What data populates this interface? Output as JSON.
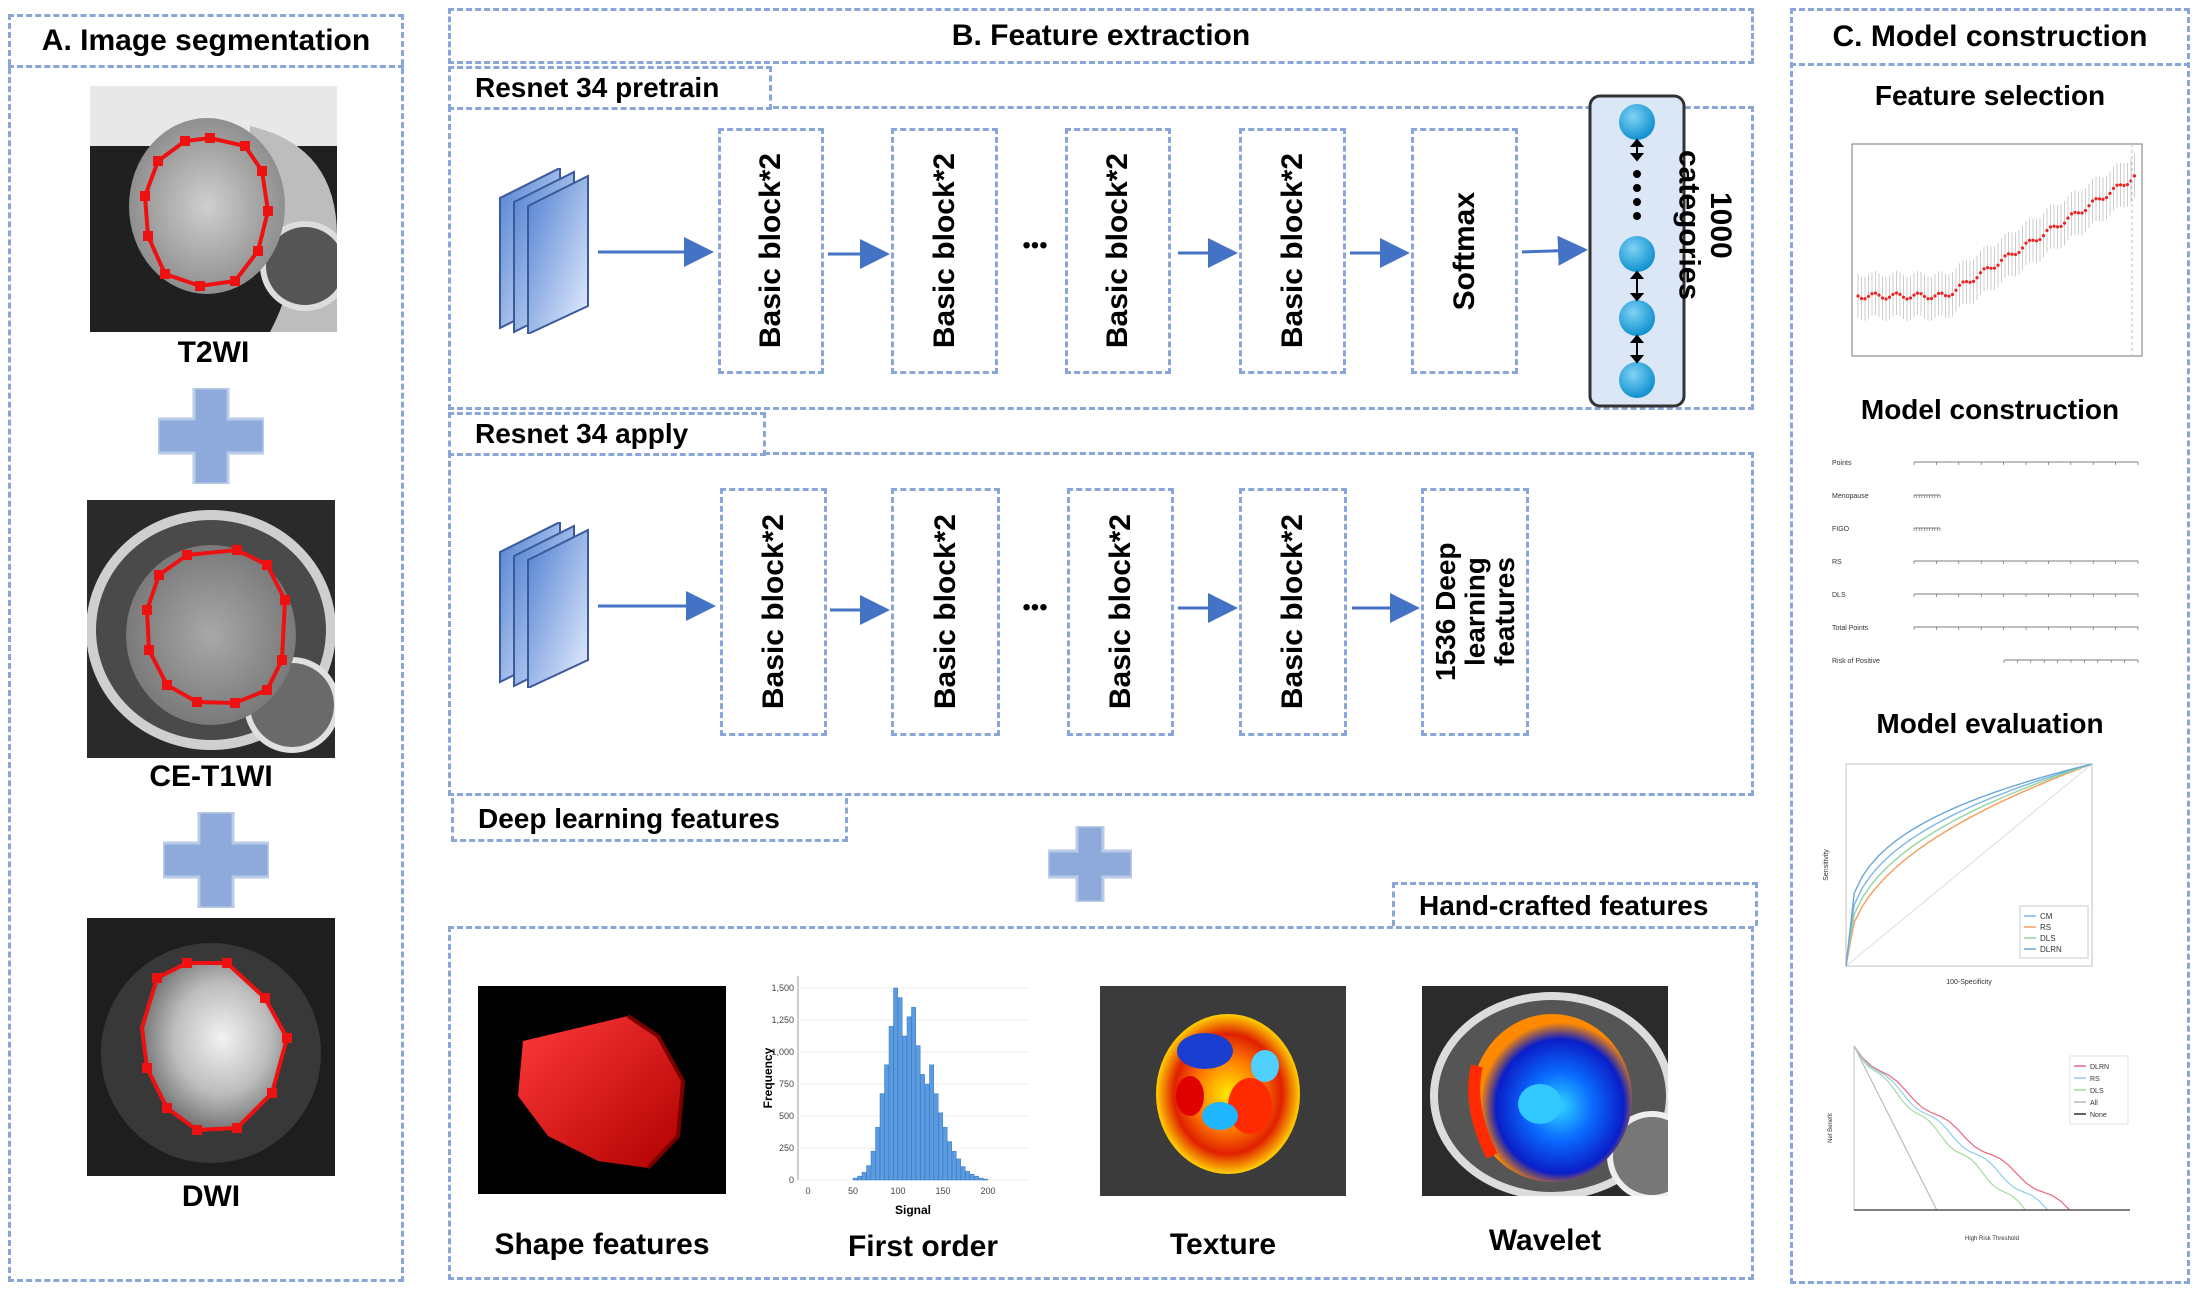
{
  "panel_a": {
    "title": "A. Image segmentation",
    "images": [
      {
        "label": "T2WI"
      },
      {
        "label": "CE-T1WI"
      },
      {
        "label": "DWI"
      }
    ]
  },
  "panel_b": {
    "title": "B. Feature extraction",
    "pretrain": {
      "title": "Resnet 34 pretrain",
      "blocks": [
        "Basic block*2",
        "Basic block*2",
        "Basic block*2",
        "Basic block*2"
      ],
      "ellipsis": "•••",
      "softmax": "Softmax",
      "output": "1000 categories"
    },
    "apply": {
      "title": "Resnet 34 apply",
      "blocks": [
        "Basic block*2",
        "Basic block*2",
        "Basic block*2",
        "Basic block*2"
      ],
      "ellipsis": "•••",
      "output": "1536 Deep learning features"
    },
    "deep_label": "Deep learning features",
    "hand_label": "Hand-crafted features",
    "features": [
      {
        "label": "Shape features"
      },
      {
        "label": "First order"
      },
      {
        "label": "Texture"
      },
      {
        "label": "Wavelet"
      }
    ],
    "histogram": {
      "xlabel": "Signal",
      "ylabel": "Frequency",
      "xticks": [
        "0",
        "50",
        "100",
        "150",
        "200"
      ],
      "yticks": [
        "0",
        "250",
        "500",
        "750",
        "1,000",
        "1,250",
        "1,500"
      ]
    }
  },
  "panel_c": {
    "title": "C. Model construction",
    "sections": [
      "Feature selection",
      "Model construction",
      "Model evaluation"
    ],
    "nomogram_rows": [
      "Points",
      "Menopause",
      "FIGO",
      "RS",
      "DLS",
      "Total Points",
      "Risk of Positive"
    ],
    "roc": {
      "xlabel": "100-Specificity",
      "ylabel": "Sensitivity",
      "legend": [
        "CM",
        "RS",
        "DLS",
        "DLRN"
      ]
    },
    "dca": {
      "xlabel": "High Risk Threshold",
      "ylabel": "Net Benefit",
      "legend": [
        "DLRN",
        "RS",
        "DLS",
        "All",
        "None"
      ]
    }
  },
  "colors": {
    "dash": "#8aa6d8",
    "arrow": "#4472c4",
    "cross": "#8eaadb",
    "node": "#1fa3dc"
  }
}
